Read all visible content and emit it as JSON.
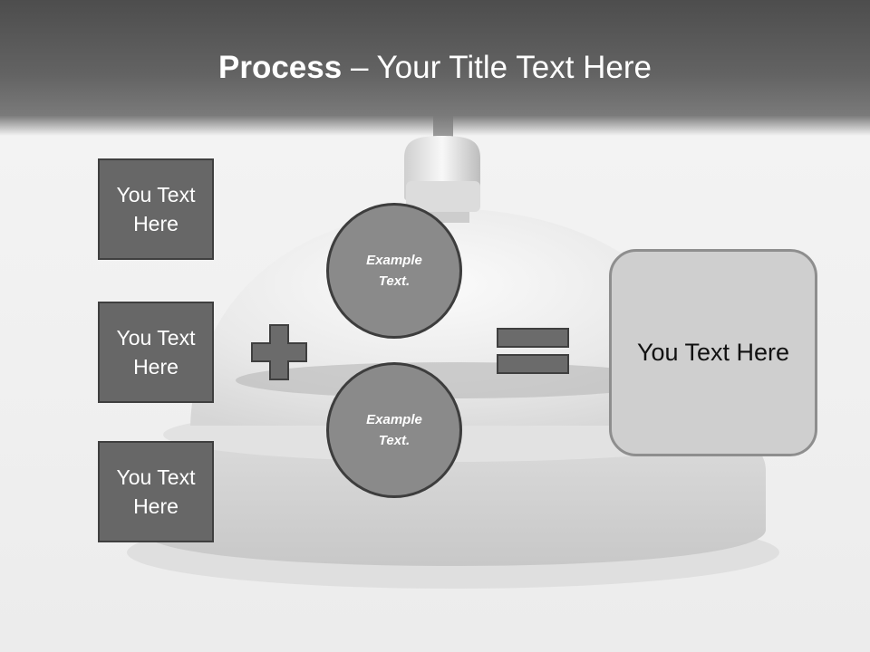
{
  "title": {
    "bold": "Process",
    "rest": " – Your Title Text Here"
  },
  "left_boxes": [
    {
      "line1": "You Text",
      "line2": "Here"
    },
    {
      "line1": "You Text",
      "line2": "Here"
    },
    {
      "line1": "You Text",
      "line2": "Here"
    }
  ],
  "circles": [
    {
      "line1": "Example",
      "line2": "Text."
    },
    {
      "line1": "Example",
      "line2": "Text."
    }
  ],
  "operators": {
    "plus": "plus-icon",
    "equals": "equals-icon"
  },
  "result_box": {
    "text": "You Text Here"
  },
  "colors": {
    "title_bar": "#555555",
    "box_fill": "#676767",
    "circle_fill": "#8a8a8a",
    "result_fill": "#cfcfcf",
    "operator_fill": "#6b6b6b"
  }
}
